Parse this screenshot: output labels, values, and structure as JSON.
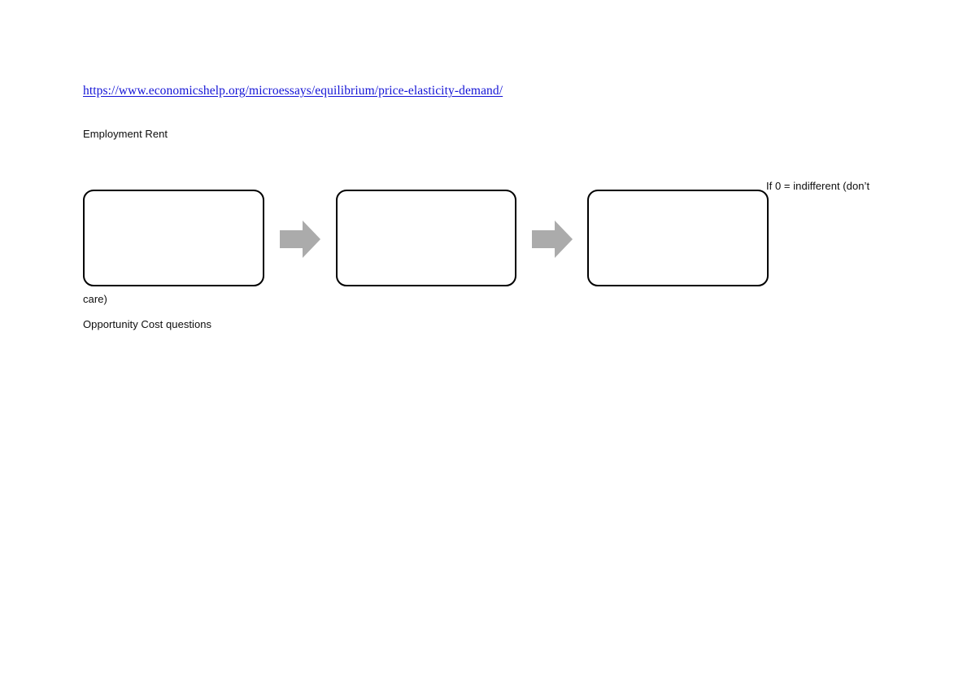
{
  "document": {
    "link": {
      "text": "https://www.economicshelp.org/microessays/equilibrium/price-elasticity-demand/",
      "color": "#1414d6"
    },
    "headings": {
      "employment_rent": "Employment Rent",
      "opportunity_cost": "Opportunity Cost questions"
    },
    "notes": {
      "indifferent": "If 0 = indifferent (don’t",
      "care": "care)"
    }
  },
  "flow": {
    "arrow_color": "#ababab",
    "box_border_color": "#000000",
    "boxes": [
      {
        "id": "box-1",
        "label": ""
      },
      {
        "id": "box-2",
        "label": ""
      },
      {
        "id": "box-3",
        "label": ""
      }
    ],
    "arrows": [
      {
        "id": "arrow-1",
        "direction": "right"
      },
      {
        "id": "arrow-2",
        "direction": "right"
      }
    ]
  }
}
